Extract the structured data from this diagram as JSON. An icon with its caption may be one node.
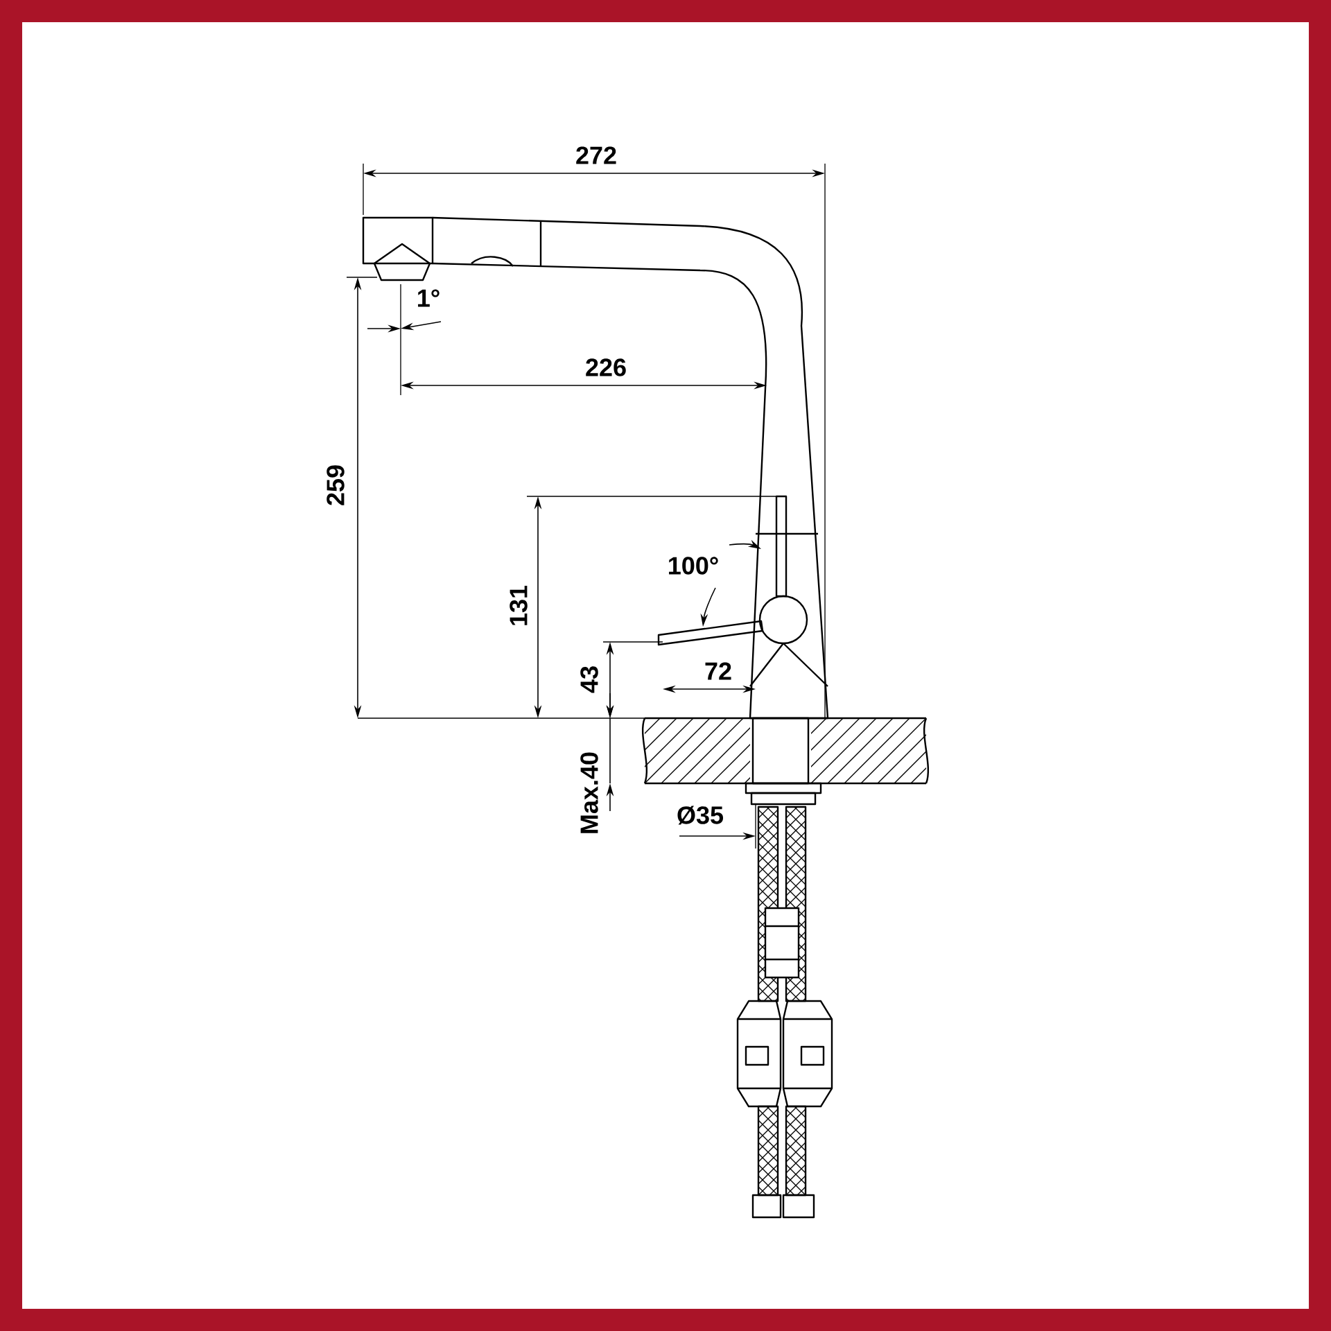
{
  "diagram": {
    "labels": [
      "272",
      "1°",
      "226",
      "259",
      "100°",
      "131",
      "43",
      "72",
      "Max.40",
      "Ø35"
    ]
  }
}
